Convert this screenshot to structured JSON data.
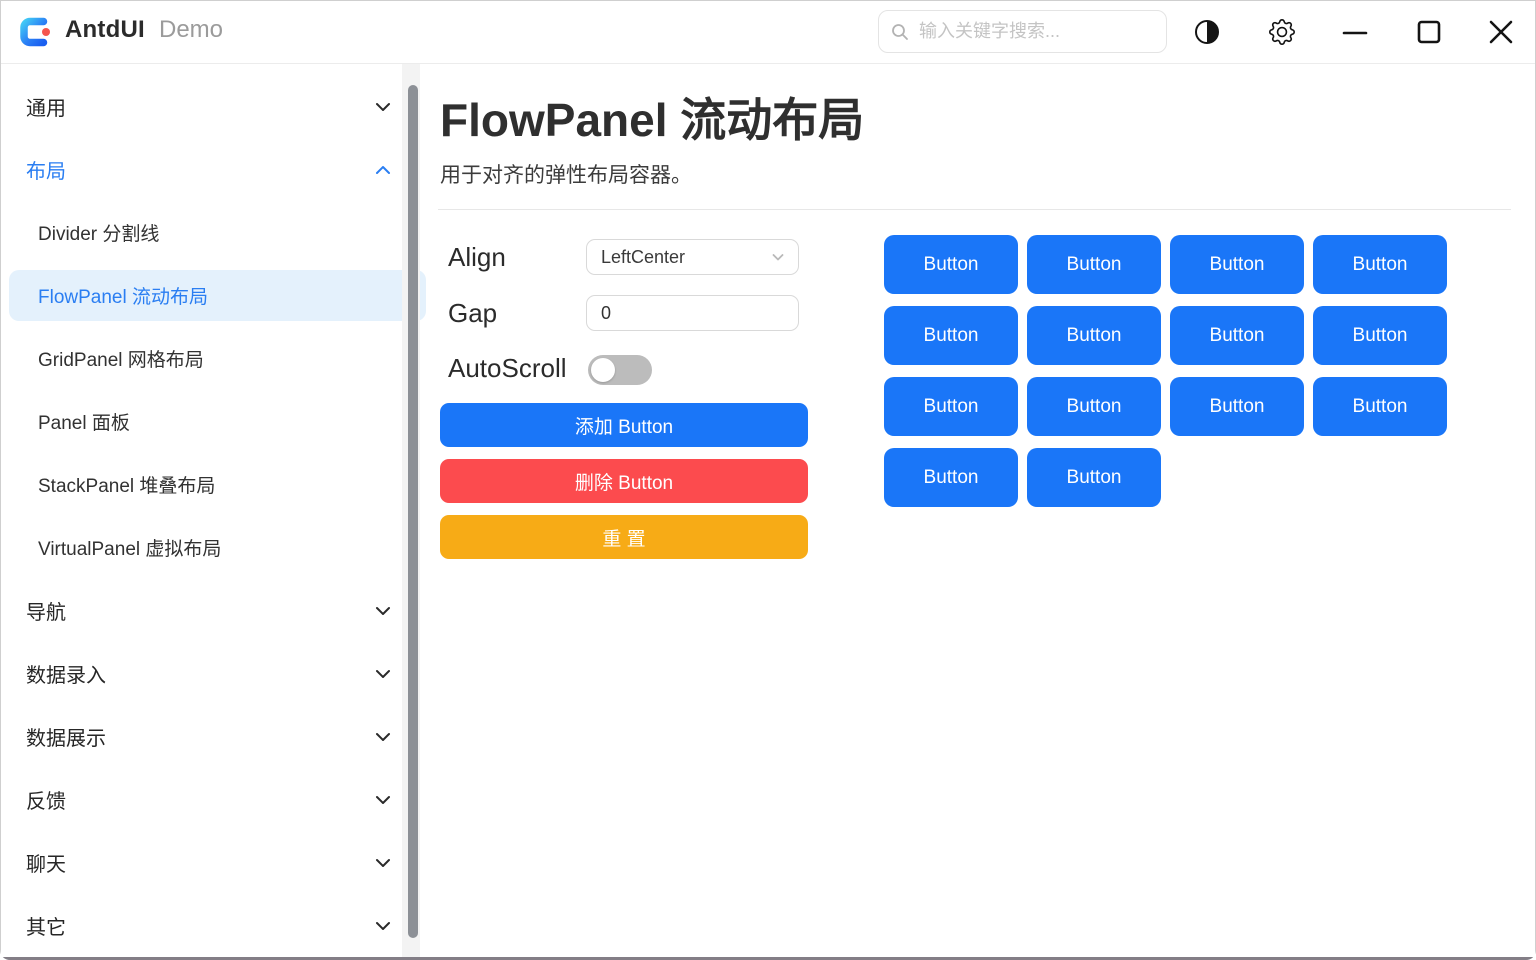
{
  "header": {
    "app_title": "AntdUI",
    "app_subtitle": "Demo",
    "search_placeholder": "输入关键字搜索..."
  },
  "sidebar": {
    "items": [
      {
        "label": "通用",
        "type": "group",
        "chevron": "down"
      },
      {
        "label": "布局",
        "type": "group",
        "chevron": "up",
        "expanded": true
      },
      {
        "label": "Divider 分割线",
        "type": "child"
      },
      {
        "label": "FlowPanel 流动布局",
        "type": "child",
        "selected": true
      },
      {
        "label": "GridPanel 网格布局",
        "type": "child"
      },
      {
        "label": "Panel 面板",
        "type": "child"
      },
      {
        "label": "StackPanel 堆叠布局",
        "type": "child"
      },
      {
        "label": "VirtualPanel 虚拟布局",
        "type": "child"
      },
      {
        "label": "导航",
        "type": "group",
        "chevron": "down"
      },
      {
        "label": "数据录入",
        "type": "group",
        "chevron": "down"
      },
      {
        "label": "数据展示",
        "type": "group",
        "chevron": "down"
      },
      {
        "label": "反馈",
        "type": "group",
        "chevron": "down"
      },
      {
        "label": "聊天",
        "type": "group",
        "chevron": "down"
      },
      {
        "label": "其它",
        "type": "group",
        "chevron": "down"
      }
    ]
  },
  "main": {
    "title": "FlowPanel 流动布局",
    "subtitle": "用于对齐的弹性布局容器。",
    "form": {
      "align_label": "Align",
      "align_value": "LeftCenter",
      "gap_label": "Gap",
      "gap_value": "0",
      "autoscroll_label": "AutoScroll",
      "autoscroll_on": false
    },
    "actions": {
      "add_label": "添加 Button",
      "delete_label": "删除 Button",
      "reset_label": "重 置"
    },
    "flow_grid": {
      "button_label": "Button",
      "count": 14,
      "per_row": [
        4,
        4,
        4,
        2
      ]
    }
  },
  "colors": {
    "primary_blue": "#1a76f8",
    "danger_red": "#fc4b4e",
    "warning_orange": "#f7ab16",
    "sidebar_active_bg": "#e4f1fc",
    "accent_text_blue": "#2a7ef2",
    "scrollbar_thumb": "#8c9096"
  }
}
